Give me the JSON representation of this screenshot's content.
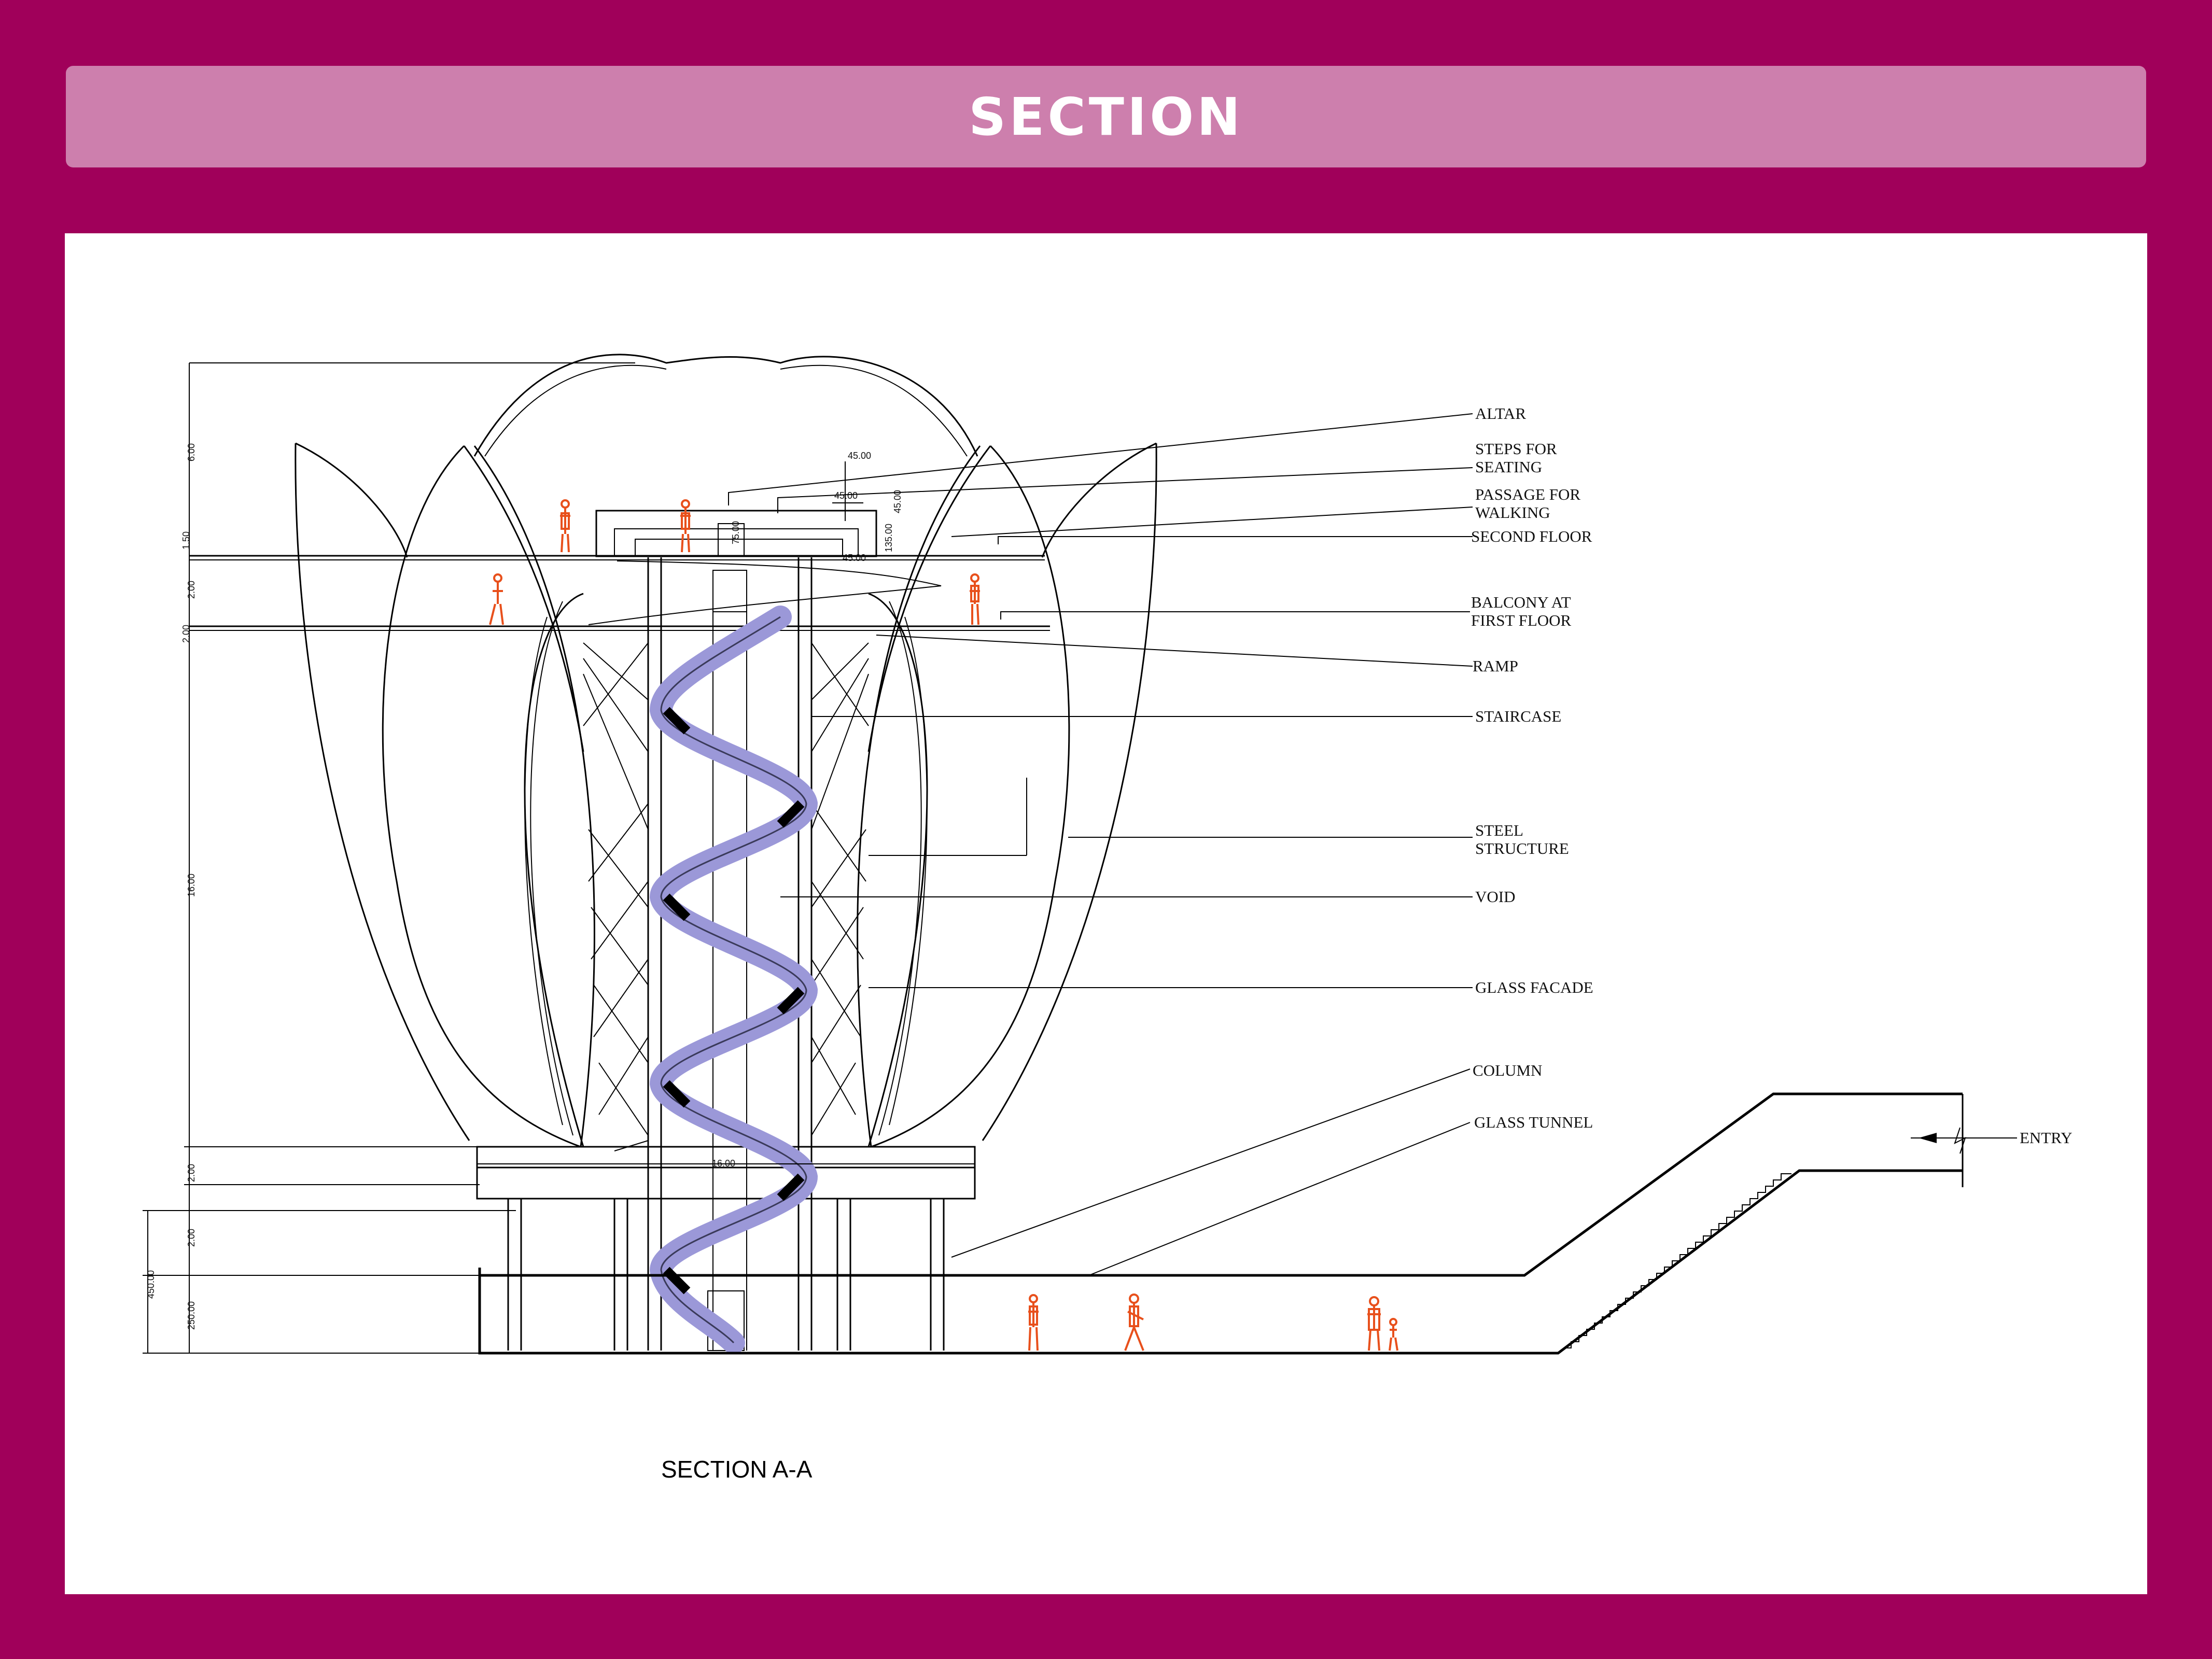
{
  "header": {
    "title": "SECTION"
  },
  "drawing": {
    "caption": "SECTION A-A",
    "labels": {
      "altar": "ALTAR",
      "steps_1": "STEPS FOR",
      "steps_2": "SEATING",
      "passage_1": "PASSAGE FOR",
      "passage_2": "WALKING",
      "second_floor": "SECOND  FLOOR",
      "balcony_1": "BALCONY AT",
      "balcony_2": "FIRST FLOOR",
      "ramp": "RAMP",
      "staircase": "STAIRCASE",
      "steel_1": "STEEL",
      "steel_2": "STRUCTURE",
      "void": "VOID",
      "glass_facade": "GLASS FACADE",
      "column": "COLUMN",
      "glass_tunnel": "GLASS TUNNEL",
      "entry": "ENTRY"
    },
    "dimensions": {
      "d_600": "6.00",
      "d_150": "1.50",
      "d_200a": "2.00",
      "d_200b": "2.00",
      "d_1600v": "16.00",
      "d_200c": "2.00",
      "d_200d": "2.00",
      "d_450": "450.00",
      "d_250": "250.00",
      "d_1600h": "16.00",
      "d_45a": "45.00",
      "d_45b": "45.00",
      "d_45c": "45.00",
      "d_45d": "45.00",
      "d_75": "75.00",
      "d_135": "135.00"
    },
    "colors": {
      "frame": "#a0005a",
      "title_bar": "#cd7fad",
      "staircase": "#9b98d8",
      "people": "#e8501c"
    }
  }
}
